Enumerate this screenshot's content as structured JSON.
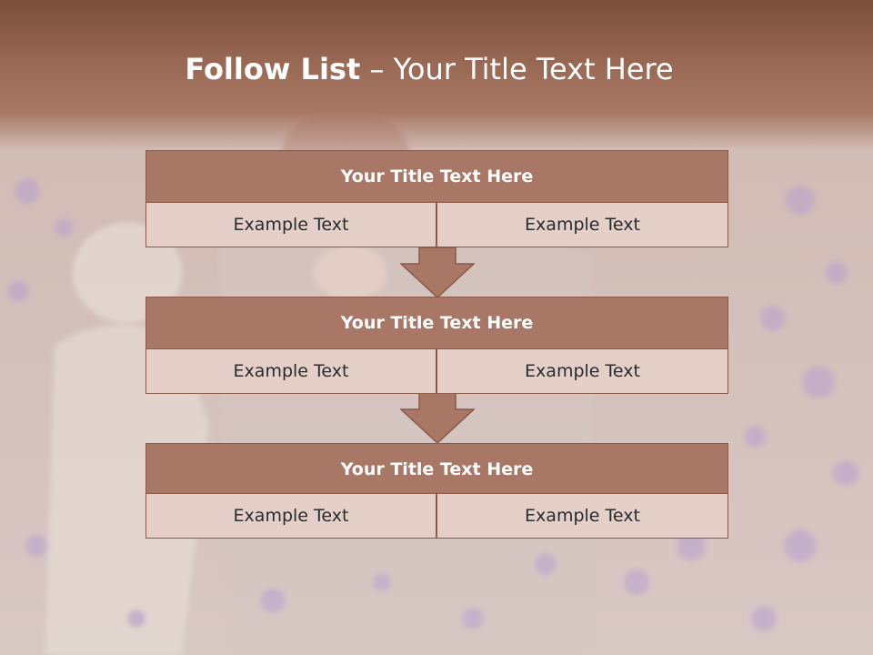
{
  "slide": {
    "title_bold": "Follow List",
    "title_rest": "  – Your Title Text Here"
  },
  "blocks": [
    {
      "title": "Your Title Text Here",
      "left": "Example Text",
      "right": "Example Text"
    },
    {
      "title": "Your Title Text Here",
      "left": "Example Text",
      "right": "Example Text"
    },
    {
      "title": "Your Title Text Here",
      "left": "Example Text",
      "right": "Example Text"
    }
  ],
  "colors": {
    "header": "#9a6a55",
    "block_title": "#a97765",
    "cell": "#e4cfc9",
    "border": "#8a5a48"
  },
  "background": "faded photo of a family in a field of purple flowers"
}
